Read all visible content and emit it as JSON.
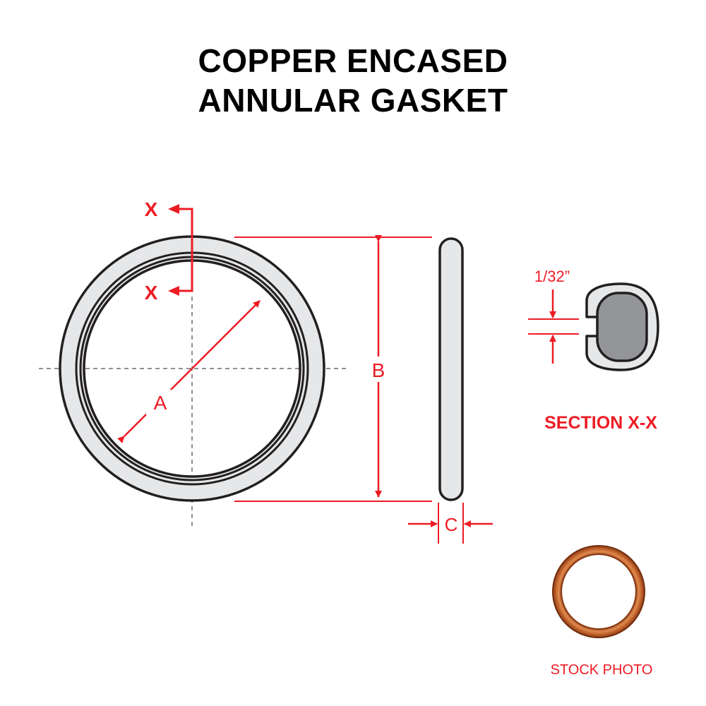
{
  "title": {
    "line1": "COPPER ENCASED",
    "line2": "ANNULAR GASKET"
  },
  "labels": {
    "section_mark_top": "X",
    "section_mark_bottom": "X",
    "dim_a": "A",
    "dim_b": "B",
    "dim_c": "C",
    "gap_dimension": "1/32”",
    "section_title": "SECTION X-X",
    "stock_photo": "STOCK PHOTO"
  },
  "colors": {
    "dimension_red": "#ED1C24",
    "outline": "#231F20",
    "ring_fill": "#E6E7E8",
    "core_fill": "#939598",
    "copper": "#C0622C"
  }
}
